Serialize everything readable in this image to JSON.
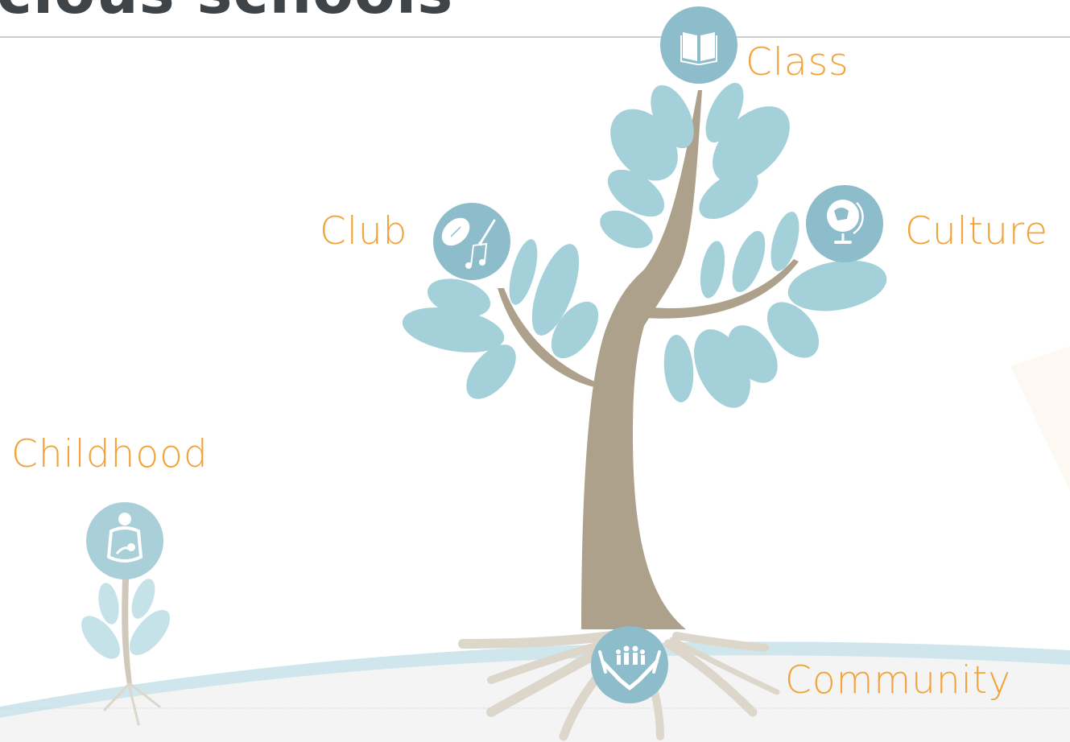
{
  "heading": {
    "text": "cious schools"
  },
  "labels": {
    "class": "Class",
    "club": "Club",
    "culture": "Culture",
    "childhood": "Childhood",
    "community": "Community"
  },
  "icons": {
    "class": "book-icon",
    "club": "football-music-paint-icon",
    "culture": "globe-icon",
    "childhood": "parent-baby-icon",
    "community": "family-hands-icon"
  },
  "colors": {
    "label": "#f2a33a",
    "icon_circle": "#8dbccb",
    "icon_circle_light": "#a9cfd8",
    "leaf": "#a4d1d9",
    "trunk": "#ada18c",
    "roots": "#ddd8cd",
    "ground": "#f3f3f3",
    "horizon": "#cde5eb",
    "heading": "#3f4448"
  }
}
